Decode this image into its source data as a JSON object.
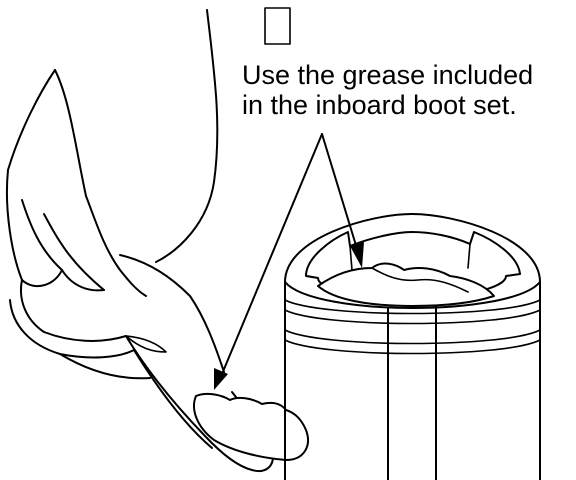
{
  "caption": {
    "line1": "Use the grease included",
    "line2": "in the inboard boot set."
  },
  "icons": {
    "placeholder_box": "empty-rectangle-icon",
    "hand": "hand-illustration",
    "housing": "joint-housing-illustration",
    "grease_dab": "grease-dab-icon"
  }
}
